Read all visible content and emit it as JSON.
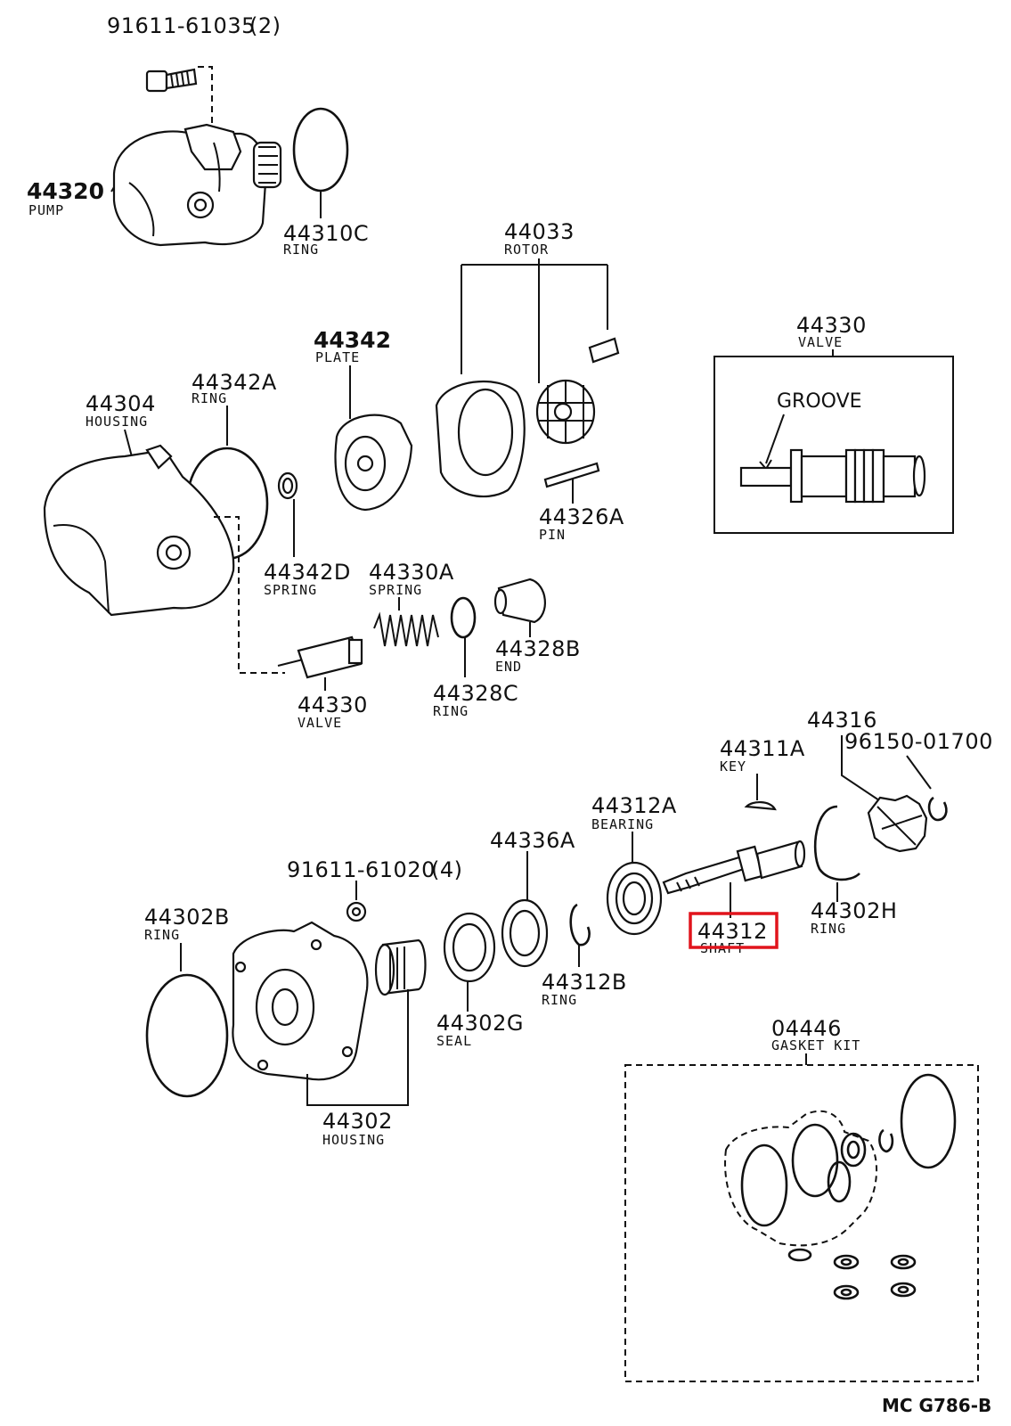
{
  "diagram": {
    "reference_code": "MC G786-B",
    "highlight_color": "#e1141c",
    "highlighted_part": "44312",
    "valve_detail_label": "GROOVE",
    "parts": {
      "bolt_top": {
        "number": "91611-61035",
        "qty": "(2)",
        "name": ""
      },
      "pump": {
        "number": "44320",
        "name": "PUMP"
      },
      "ring_44310c": {
        "number": "44310C",
        "name": "RING"
      },
      "rotor": {
        "number": "44033",
        "name": "ROTOR"
      },
      "valve_detail": {
        "number": "44330",
        "name": "VALVE"
      },
      "plate": {
        "number": "44342",
        "name": "PLATE"
      },
      "ring_44342a": {
        "number": "44342A",
        "name": "RING"
      },
      "housing_44304": {
        "number": "44304",
        "name": "HOUSING"
      },
      "pin": {
        "number": "44326A",
        "name": "PIN"
      },
      "spring_44342d": {
        "number": "44342D",
        "name": "SPRING"
      },
      "spring_44330a": {
        "number": "44330A",
        "name": "SPRING"
      },
      "end": {
        "number": "44328B",
        "name": "END"
      },
      "valve": {
        "number": "44330",
        "name": "VALVE"
      },
      "ring_44328c": {
        "number": "44328C",
        "name": "RING"
      },
      "gear_44316": {
        "number": "44316",
        "name": ""
      },
      "snap_96150": {
        "number": "96150-01700",
        "name": ""
      },
      "key": {
        "number": "44311A",
        "name": "KEY"
      },
      "bearing": {
        "number": "44312A",
        "name": "BEARING"
      },
      "seal_44336a": {
        "number": "44336A",
        "name": ""
      },
      "bolt_bottom": {
        "number": "91611-61020",
        "qty": "(4)",
        "name": ""
      },
      "ring_44302b": {
        "number": "44302B",
        "name": "RING"
      },
      "shaft": {
        "number": "44312",
        "name": "SHAFT"
      },
      "ring_44302h": {
        "number": "44302H",
        "name": "RING"
      },
      "ring_44312b": {
        "number": "44312B",
        "name": "RING"
      },
      "seal_44302g": {
        "number": "44302G",
        "name": "SEAL"
      },
      "housing_44302": {
        "number": "44302",
        "name": "HOUSING"
      },
      "gasket_kit": {
        "number": "04446",
        "name": "GASKET KIT"
      }
    }
  }
}
